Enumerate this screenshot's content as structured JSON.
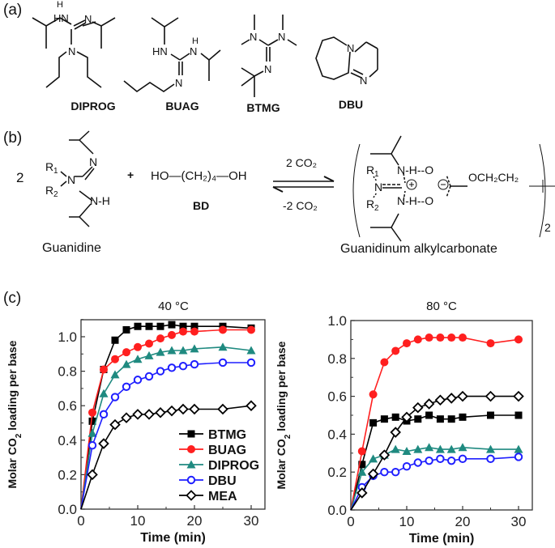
{
  "panels": {
    "a": {
      "label": "(a)",
      "molecules": [
        {
          "name": "DIPROG"
        },
        {
          "name": "BUAG"
        },
        {
          "name": "BTMG"
        },
        {
          "name": "DBU"
        }
      ]
    },
    "b": {
      "label": "(b)",
      "coefficient": "2",
      "plus": "+",
      "reactant1_caption": "Guanidine",
      "reactant2_formula": "HO—(CH₂)₄—OH",
      "reactant2_caption": "BD",
      "forward_condition": "2 CO₂",
      "reverse_condition": "-2 CO₂",
      "product_caption": "Guanidinum alkylcarbonate",
      "product_subscript": "2",
      "product_tail": "OCH₂CH₂"
    },
    "c": {
      "label": "(c)"
    }
  },
  "colors": {
    "BTMG": "#000000",
    "BUAG": "#ff1f1f",
    "DIPROG": "#1f8a80",
    "DBU": "#1f1fff",
    "MEA": "#000000"
  },
  "chart_data": [
    {
      "type": "line",
      "title": "40 °C",
      "xlabel": "Time (min)",
      "ylabel": "Molar CO2 loading per base",
      "xlim": [
        0,
        32
      ],
      "ylim": [
        0,
        1.1
      ],
      "xticks": [
        0,
        10,
        20,
        30
      ],
      "yticks": [
        0.0,
        0.2,
        0.4,
        0.6,
        0.8,
        1.0
      ],
      "grid": false,
      "legend_position": "lower right",
      "x": [
        0,
        2,
        4,
        6,
        8,
        10,
        12,
        14,
        16,
        18,
        20,
        25,
        30
      ],
      "series": [
        {
          "name": "BTMG",
          "marker": "filled-square",
          "values": [
            0,
            0.51,
            0.81,
            0.98,
            1.04,
            1.06,
            1.06,
            1.06,
            1.07,
            1.06,
            1.06,
            1.06,
            1.05
          ]
        },
        {
          "name": "BUAG",
          "marker": "filled-circle",
          "values": [
            0,
            0.56,
            0.81,
            0.87,
            0.91,
            0.94,
            0.96,
            0.99,
            1.01,
            1.03,
            1.03,
            1.04,
            1.04
          ]
        },
        {
          "name": "DIPROG",
          "marker": "filled-triangle",
          "values": [
            0,
            0.44,
            0.67,
            0.78,
            0.84,
            0.87,
            0.89,
            0.91,
            0.92,
            0.92,
            0.93,
            0.94,
            0.92
          ]
        },
        {
          "name": "DBU",
          "marker": "open-circle",
          "values": [
            0,
            0.37,
            0.55,
            0.65,
            0.71,
            0.75,
            0.77,
            0.8,
            0.82,
            0.83,
            0.84,
            0.85,
            0.85
          ]
        },
        {
          "name": "MEA",
          "marker": "open-diamond",
          "values": [
            0,
            0.2,
            0.38,
            0.49,
            0.53,
            0.55,
            0.55,
            0.56,
            0.57,
            0.58,
            0.58,
            0.58,
            0.6
          ]
        }
      ]
    },
    {
      "type": "line",
      "title": "80 °C",
      "xlabel": "Time (min)",
      "ylabel": "Molar CO2 loading per base",
      "xlim": [
        0,
        32
      ],
      "ylim": [
        0,
        1.0
      ],
      "xticks": [
        0,
        10,
        20,
        30
      ],
      "yticks": [
        0.0,
        0.2,
        0.4,
        0.6,
        0.8,
        1.0
      ],
      "grid": false,
      "legend_position": "none",
      "x": [
        0,
        2,
        4,
        6,
        8,
        10,
        12,
        14,
        16,
        18,
        20,
        25,
        30
      ],
      "series": [
        {
          "name": "BTMG",
          "marker": "filled-square",
          "values": [
            0,
            0.24,
            0.46,
            0.48,
            0.49,
            0.47,
            0.48,
            0.5,
            0.48,
            0.48,
            0.49,
            0.5,
            0.5
          ]
        },
        {
          "name": "BUAG",
          "marker": "filled-circle",
          "values": [
            0,
            0.31,
            0.61,
            0.78,
            0.84,
            0.88,
            0.9,
            0.91,
            0.91,
            0.91,
            0.91,
            0.88,
            0.9
          ]
        },
        {
          "name": "DIPROG",
          "marker": "filled-triangle",
          "values": [
            0,
            0.2,
            0.27,
            0.29,
            0.32,
            0.31,
            0.32,
            0.33,
            0.32,
            0.32,
            0.33,
            0.32,
            0.32
          ]
        },
        {
          "name": "DBU",
          "marker": "open-circle",
          "values": [
            0,
            0.12,
            0.18,
            0.2,
            0.2,
            0.23,
            0.25,
            0.26,
            0.27,
            0.26,
            0.27,
            0.27,
            0.28
          ]
        },
        {
          "name": "MEA",
          "marker": "open-diamond",
          "values": [
            0,
            0.09,
            0.19,
            0.29,
            0.41,
            0.49,
            0.54,
            0.56,
            0.58,
            0.59,
            0.6,
            0.6,
            0.6
          ]
        }
      ]
    }
  ]
}
